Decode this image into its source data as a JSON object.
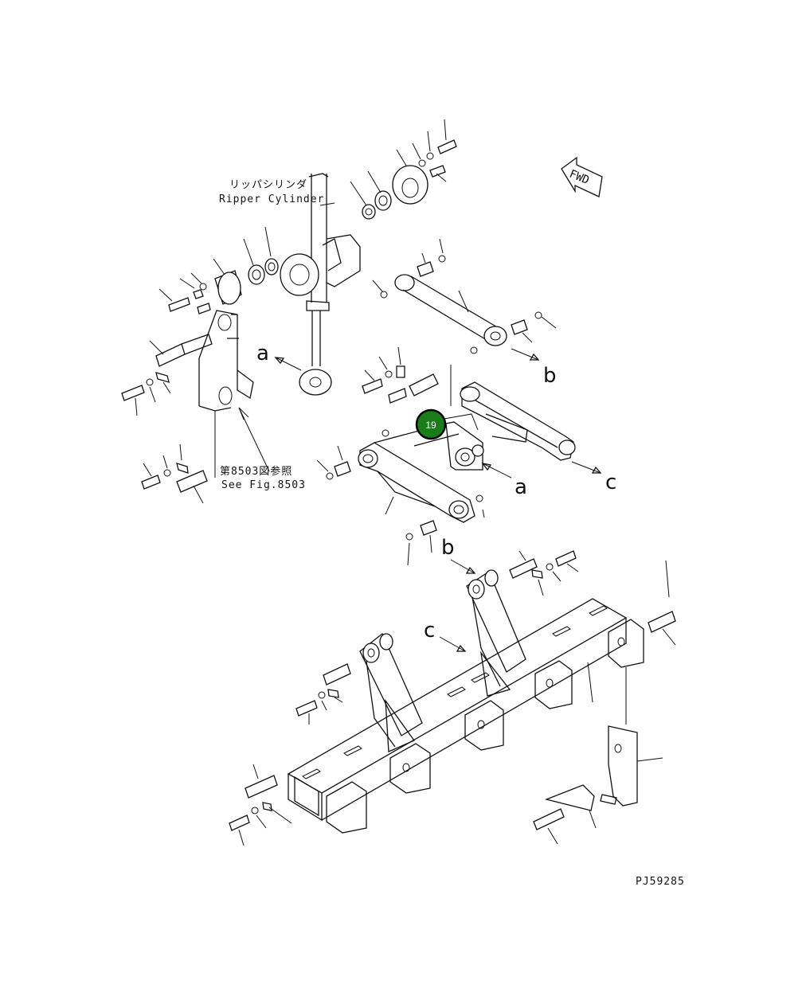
{
  "labels": {
    "ripper_cylinder_jp": "リッパシリンダ",
    "ripper_cylinder_en": "Ripper Cylinder",
    "see_fig_jp": "第8503図参照",
    "see_fig_en": "See Fig.8503",
    "fwd": "FWD",
    "drawing_code": "PJ59285",
    "ref_a_1": "a",
    "ref_a_2": "a",
    "ref_b_1": "b",
    "ref_b_2": "b",
    "ref_c_1": "c",
    "ref_c_2": "c"
  },
  "callouts": [
    {
      "number": "19",
      "color": "#1a7d1a",
      "border": "#000000"
    }
  ]
}
